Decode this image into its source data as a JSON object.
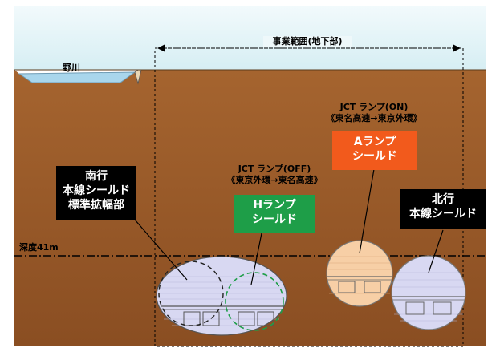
{
  "header": {
    "scope_label": "事業範囲(地下部)"
  },
  "river": {
    "label": "野川"
  },
  "depth": {
    "label": "深度41m"
  },
  "ramp_on": {
    "title": "JCT ランプ(ON)",
    "route": "《東名高速→東京外環》",
    "box_line1": "Aランプ",
    "box_line2": "シールド",
    "box_color": "#f25a1c"
  },
  "ramp_off": {
    "title": "JCT ランプ(OFF)",
    "route": "《東京外環→東名高速》",
    "box_line1": "Hランプ",
    "box_line2": "シールド",
    "box_color": "#1e9e48"
  },
  "south": {
    "line1": "南行",
    "line2": "本線シールド",
    "line3": "標準拡幅部",
    "box_color": "#000000"
  },
  "north": {
    "line1": "北行",
    "line2": "本線シールド",
    "box_color": "#000000"
  },
  "colors": {
    "sky": "#e3f4f7",
    "ground": "#9b5a2a",
    "water": "#a9d6ec",
    "tunnel_fill": "#d8d8f2",
    "ramp_tunnel_fill": "#f7cfa6"
  }
}
